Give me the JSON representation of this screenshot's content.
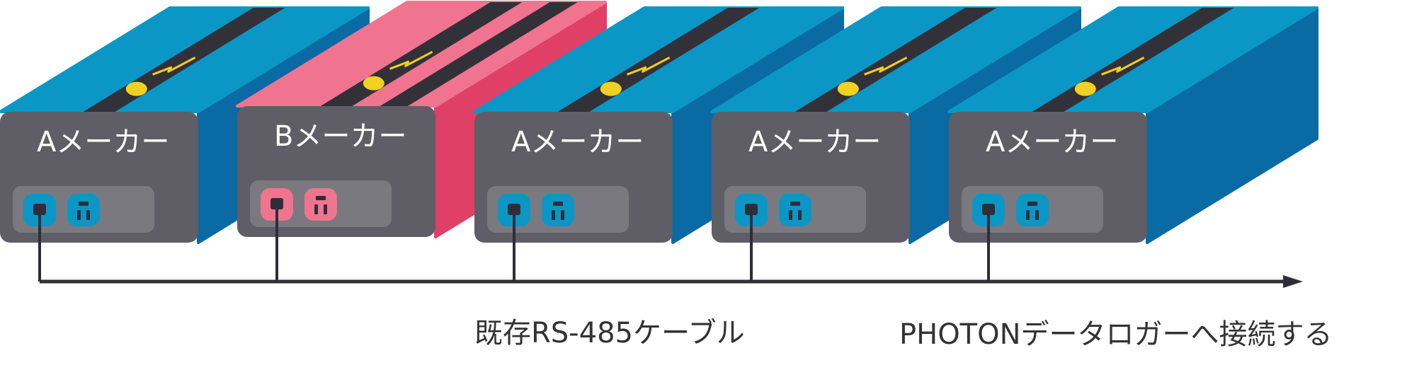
{
  "units": [
    {
      "label": "Aメーカー",
      "maker": "A"
    },
    {
      "label": "Bメーカー",
      "maker": "B"
    },
    {
      "label": "Aメーカー",
      "maker": "A"
    },
    {
      "label": "Aメーカー",
      "maker": "A"
    },
    {
      "label": "Aメーカー",
      "maker": "A"
    }
  ],
  "captions": {
    "cable": "既存RS-485ケーブル",
    "logger": "PHOTONデータロガーへ接続する"
  },
  "colors": {
    "maker_a_top": "#0a97c6",
    "maker_a_side": "#0a6aa3",
    "maker_b_top": "#f07490",
    "maker_b_side": "#e04066",
    "front_panel": "#5f5e66",
    "port_plate": "#7a7980",
    "stripe": "#333138",
    "lamp": "#f0d020",
    "bus_line": "#2f2e38"
  }
}
